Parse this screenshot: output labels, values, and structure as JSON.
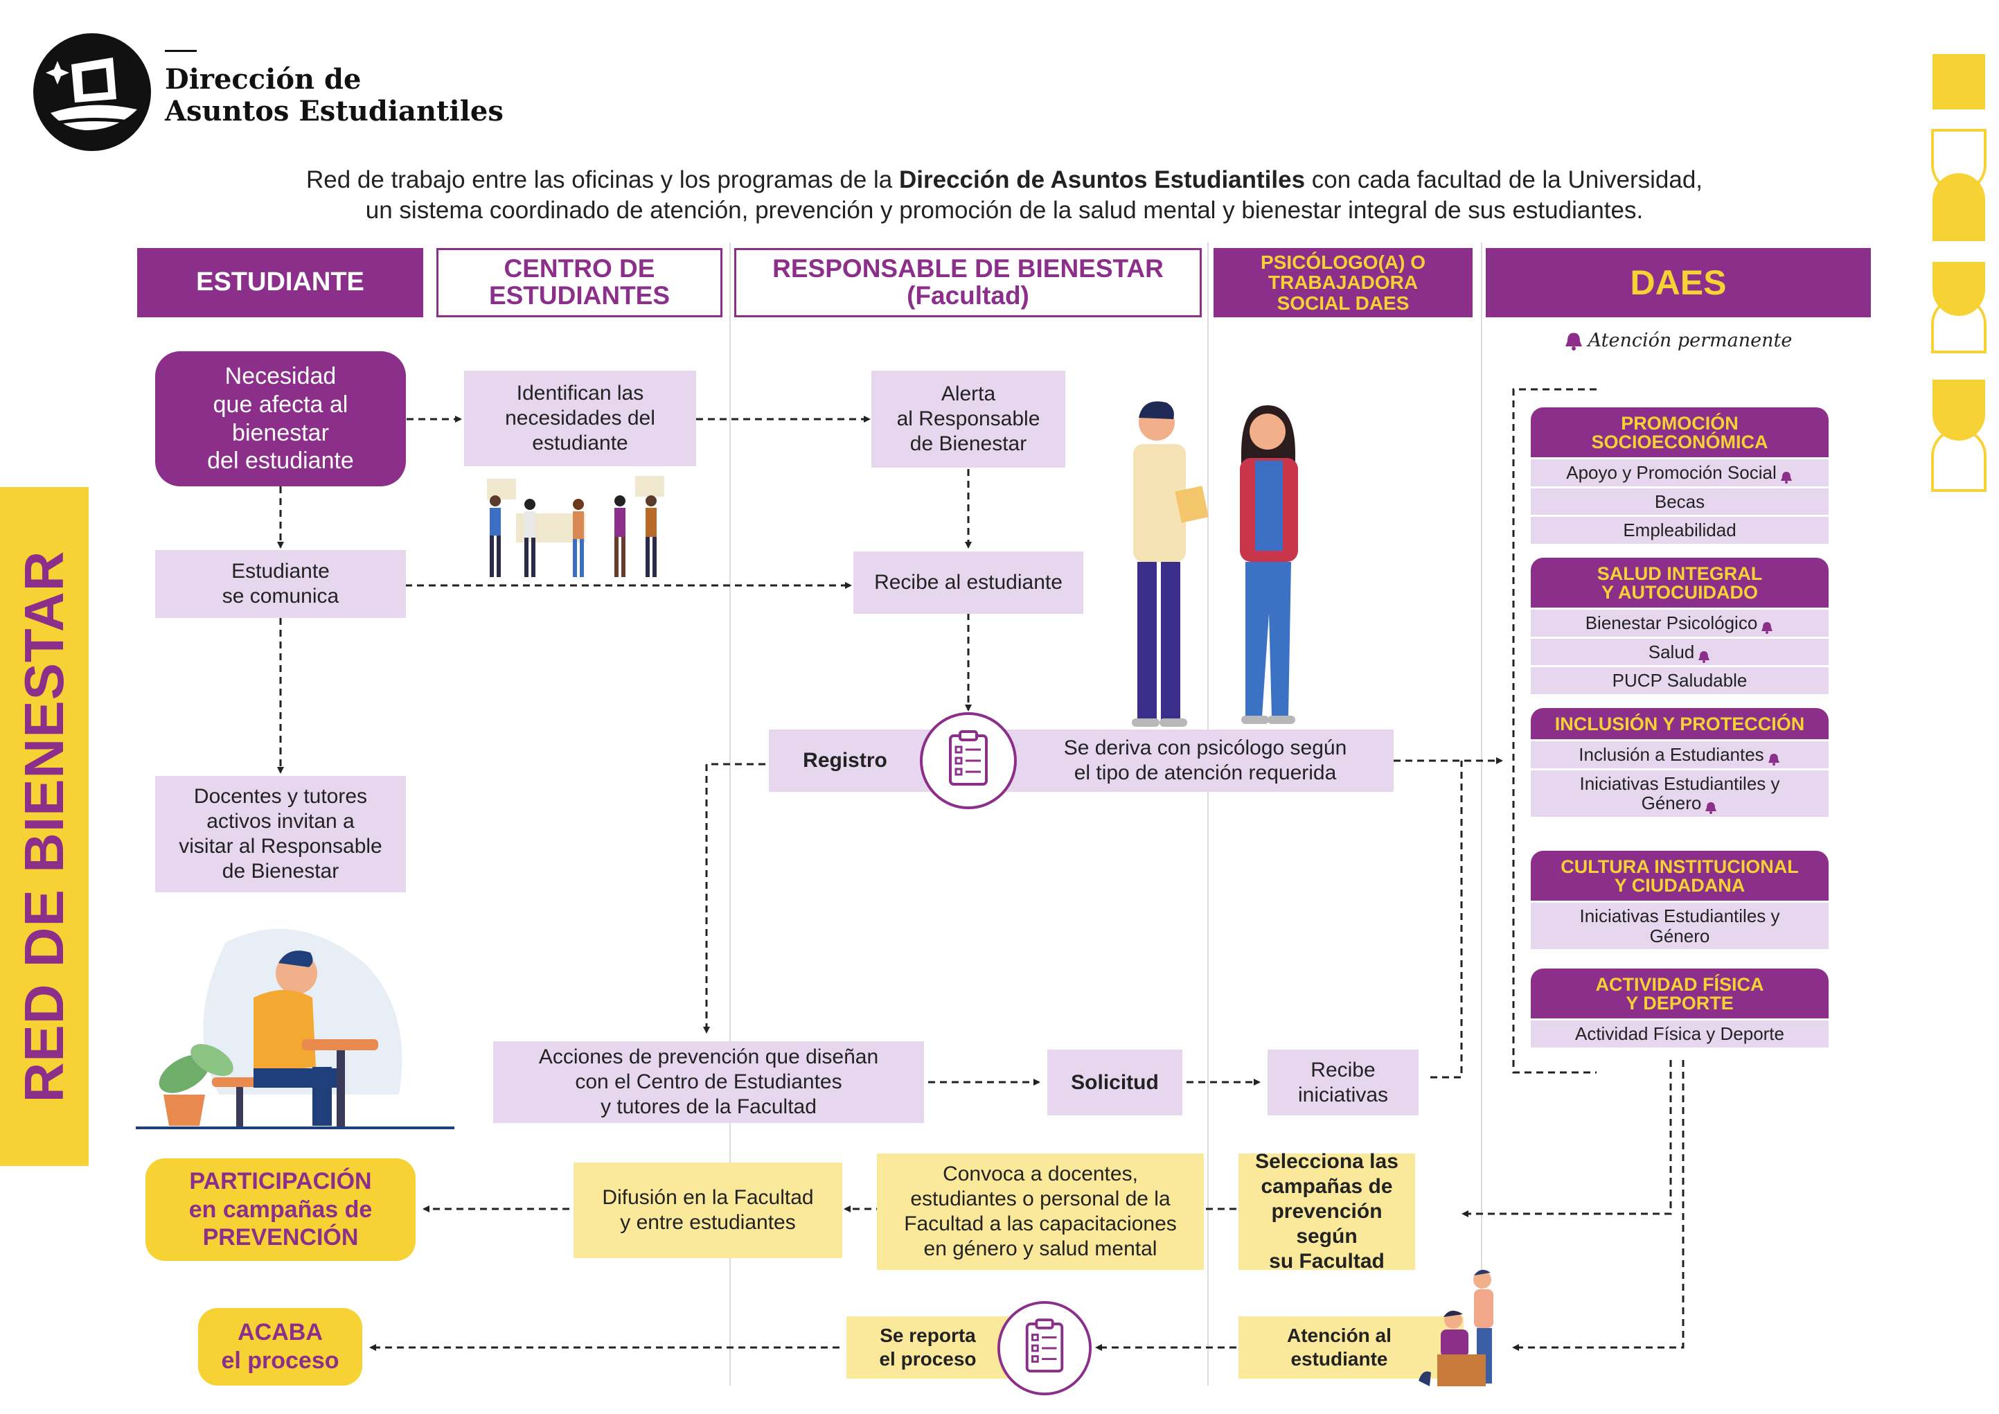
{
  "header": {
    "logo_line1": "Dirección de",
    "logo_line2": "Asuntos Estudiantiles",
    "intro_line1_a": "Red de trabajo entre las oficinas y los programas de la ",
    "intro_line1_b": "Dirección de Asuntos Estudiantiles",
    "intro_line1_c": " con cada facultad de la Universidad,",
    "intro_line2": "un sistema coordinado de atención, prevención y promoción de la salud mental y bienestar integral de sus estudiantes."
  },
  "side_title": "RED DE BIENESTAR",
  "columns": {
    "estudiante": "ESTUDIANTE",
    "centro": "CENTRO DE\nESTUDIANTES",
    "responsable": "RESPONSABLE DE BIENESTAR\n(Facultad)",
    "psicologo": "PSICÓLOGO(A) O\nTRABAJADORA\nSOCIAL DAES",
    "daes": "DAES"
  },
  "attention_note": "Atención permanente",
  "nodes": {
    "necesidad": "Necesidad\nque afecta al\nbienestar\ndel estudiante",
    "identifican": "Identifican las\nnecesidades del\nestudiante",
    "alerta": "Alerta\nal Responsable\nde Bienestar",
    "se_comunica": "Estudiante\nse comunica",
    "recibe_estudiante": "Recibe al estudiante",
    "registro": "Registro",
    "se_deriva": "Se deriva con psicólogo según\nel tipo de atención requerida",
    "docentes": "Docentes y tutores\nactivos  invitan a\nvisitar al Responsable\nde Bienestar",
    "acciones": "Acciones de prevención que diseñan\ncon el Centro de Estudiantes\ny tutores de la Facultad",
    "solicitud": "Solicitud",
    "recibe_iniciativas": "Recibe\niniciativas",
    "participacion_1": "PARTICIPACIÓN",
    "participacion_2": "en campañas de\nPREVENCIÓN",
    "difusion": "Difusión en la Facultad\ny entre estudiantes",
    "convoca": "Convoca a docentes,\nestudiantes o personal de la\nFacultad a las capacitaciones\nen género y salud mental",
    "selecciona": "Selecciona las\ncampañas de\nprevención según\nsu Facultad",
    "acaba_1": "ACABA",
    "acaba_2": "el proceso",
    "se_reporta": "Se reporta\nel proceso",
    "atencion": "Atención al\nestudiante"
  },
  "daes_categories": [
    {
      "title": "PROMOCIÓN\nSOCIOECONÓMICA",
      "items": [
        {
          "label": "Apoyo y Promoción Social",
          "bell": true
        },
        {
          "label": "Becas",
          "bell": false
        },
        {
          "label": "Empleabilidad",
          "bell": false
        }
      ]
    },
    {
      "title": "SALUD INTEGRAL\nY AUTOCUIDADO",
      "items": [
        {
          "label": "Bienestar Psicológico",
          "bell": true
        },
        {
          "label": "Salud",
          "bell": true
        },
        {
          "label": "PUCP Saludable",
          "bell": false
        }
      ]
    },
    {
      "title": "INCLUSIÓN Y PROTECCIÓN",
      "items": [
        {
          "label": "Inclusión a Estudiantes",
          "bell": true
        },
        {
          "label": "Iniciativas Estudiantiles y\nGénero",
          "bell": true
        }
      ]
    },
    {
      "title": "CULTURA INSTITUCIONAL\nY CIUDADANA",
      "items": [
        {
          "label": "Iniciativas Estudiantiles y\nGénero",
          "bell": false
        }
      ]
    },
    {
      "title": "ACTIVIDAD FÍSICA\nY DEPORTE",
      "items": [
        {
          "label": "Actividad Física y Deporte",
          "bell": false
        }
      ]
    }
  ],
  "colors": {
    "purple": "#8b2f8a",
    "lavender": "#e6d7ee",
    "yellow": "#f6d234",
    "pale_yellow": "#fae89b"
  },
  "icons": [
    "logo-ship-icon",
    "bell-icon",
    "clipboard-icon",
    "arrow-icon"
  ]
}
